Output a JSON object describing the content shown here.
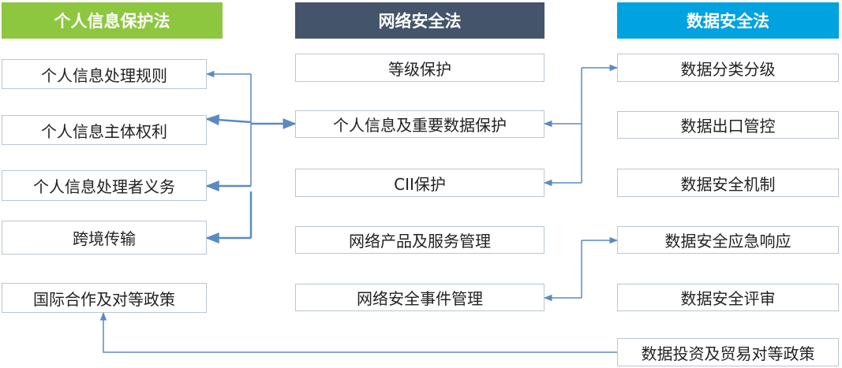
{
  "colors": {
    "col_pipl": "#8dc63f",
    "col_csl": "#44546a",
    "col_dsl": "#00a2e0",
    "line": "#5b8ac2",
    "box_border": "#b9c6d3"
  },
  "columns": {
    "pipl": {
      "title": "个人信息保护法",
      "items": [
        "个人信息处理规则",
        "个人信息主体权利",
        "个人信息处理者义务",
        "跨境传输",
        "国际合作及对等政策"
      ]
    },
    "csl": {
      "title": "网络安全法",
      "items": [
        "等级保护",
        "个人信息及重要数据保护",
        "CII保护",
        "网络产品及服务管理",
        "网络安全事件管理"
      ]
    },
    "dsl": {
      "title": "数据安全法",
      "items": [
        "数据分类分级",
        "数据出口管控",
        "数据安全机制",
        "数据安全应急响应",
        "数据安全评审",
        "数据投资及贸易对等政策"
      ]
    }
  }
}
